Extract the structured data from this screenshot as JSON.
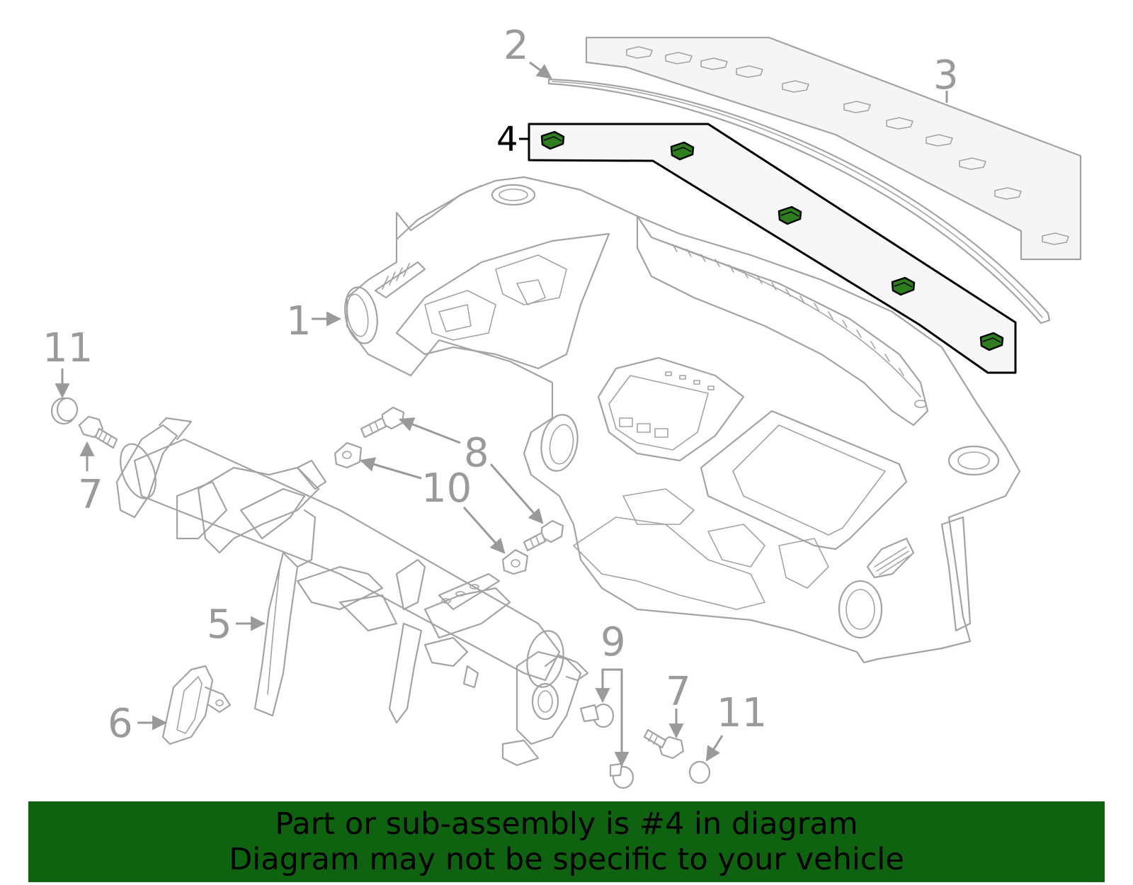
{
  "colors": {
    "banner_background": "#0f620f",
    "highlight_fill": "#2e7d1e",
    "line_art": "#a3a3a3",
    "highlight_outline": "#000000"
  },
  "callouts": {
    "c1": "1",
    "c2": "2",
    "c3": "3",
    "c4": "4",
    "c5": "5",
    "c6": "6",
    "c7a": "7",
    "c7b": "7",
    "c8": "8",
    "c9": "9",
    "c10": "10",
    "c11a": "11",
    "c11b": "11"
  },
  "highlighted_part": "4",
  "banner": {
    "line1": "Part or sub-assembly is #4 in diagram",
    "line2": "Diagram may not be specific to your vehicle"
  }
}
